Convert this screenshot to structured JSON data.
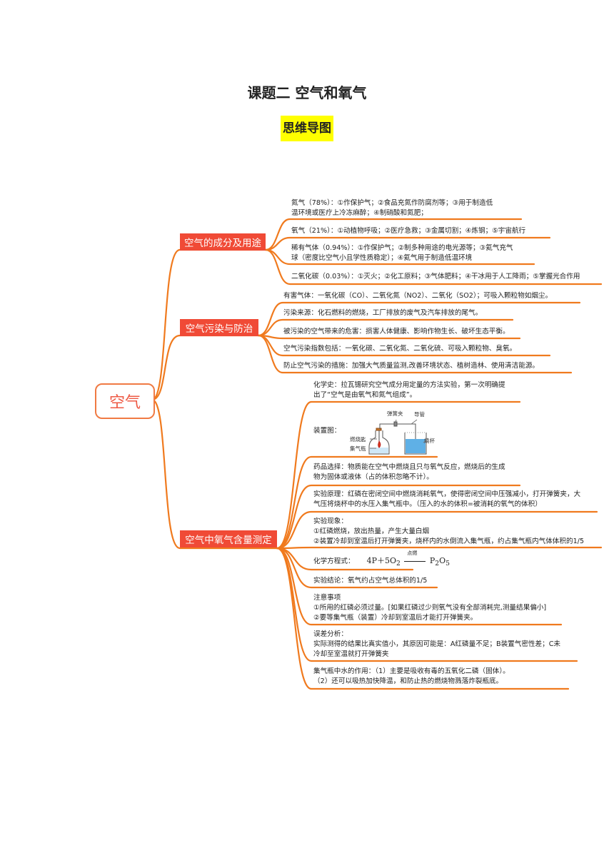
{
  "page": {
    "title": "课题二  空气和氧气",
    "subtitle": "思维导图"
  },
  "mindmap": {
    "root": "空气",
    "colors": {
      "line": "#f07a1e",
      "branch_fill": "#f04a36",
      "root_text": "#ee5a45",
      "highlight": "#ffff00"
    },
    "branches": [
      {
        "label": "空气的成分及用途",
        "leaves": [
          {
            "lines": [
              "氮气（78%）：①作保护气；②食品充氮作防腐剂等；③用于制造低",
              "温环境或医疗上冷冻麻醉；④制硝酸和氮肥；"
            ]
          },
          {
            "lines": [
              "氧气（21%）：①动植物呼吸；②医疗急救；③金属切割；④炼钢；⑤宇宙航行"
            ]
          },
          {
            "lines": [
              "稀有气体（0.94%）：①作保护气；②制多种用途的电光源等；③氦气充气",
              "球（密度比空气小且学性质稳定）；④氦气用于制造低温环境"
            ]
          },
          {
            "lines": [
              "二氧化碳（0.03%）：①灭火；②化工原料；③气体肥料；④干冰用于人工降雨；⑤掌握光合作用"
            ]
          }
        ]
      },
      {
        "label": "空气污染与防治",
        "leaves": [
          {
            "lines": [
              "有害气体：一氧化碳（CO）、二氧化氮（NO2）、二氧化（SO2）；可吸入颗粒物如烟尘。"
            ]
          },
          {
            "lines": [
              "污染来源：化石燃料的燃烧，工厂排放的废气及汽车排放的尾气。"
            ]
          },
          {
            "lines": [
              "被污染的空气带来的危害：损害人体健康、影响作物生长、破坏生态平衡。"
            ]
          },
          {
            "lines": [
              "空气污染指数包括：一氧化碳、二氧化氮、二氧化硫、可吸入颗粒物、臭氧。"
            ]
          },
          {
            "lines": [
              "防止空气污染的措施：加强大气质量监测,改善环境状态、植树造林、使用清洁能源。"
            ]
          }
        ]
      },
      {
        "label": "空气中氧气含量测定",
        "leaves": [
          {
            "lines": [
              "化学史：拉瓦锡研究空气成分用定量的方法实验，第一次明确提",
              "出了“空气是由氧气和氮气组成”。"
            ]
          },
          {
            "lines": [
              "装置图："
            ],
            "figure_labels": [
              "弹簧夹",
              "导管",
              "燃烧匙",
              "集气瓶",
              "烧杯"
            ]
          },
          {
            "lines": [
              "药品选择：物质能在空气中燃烧且只与氧气反应，燃烧后的生成",
              "物为固体或液体（占的体积忽略不计）。"
            ]
          },
          {
            "lines": [
              "实验原理：红磷在密闭空间中燃烧消耗氧气，使得密闭空间中压强减小，打开弹簧夹，大",
              "气压将烧杯中的水压入集气瓶中。（压入的水的体积=被消耗的氧气的体积）"
            ]
          },
          {
            "lines": [
              "实验现象：",
              "①红磷燃烧，放出热量，产生大量白烟",
              "②装置冷却到室温后打开弹簧夹，烧杯内的水倒流入集气瓶，约占集气瓶内气体体积的1/5"
            ]
          },
          {
            "lines": [
              "化学方程式："
            ],
            "equation": {
              "left": "4P＋5O",
              "left_sub": "2",
              "condition": "点燃",
              "right": "P",
              "right_sub1": "2",
              "right_mid": "O",
              "right_sub2": "5"
            }
          },
          {
            "lines": [
              "实验结论：氧气约占空气总体积的1/5"
            ]
          },
          {
            "lines": [
              "注意事项",
              "①所用的红磷必须过量。[如果红磷过少则氧气没有全部消耗完,测量结果偏小]",
              "②要等集气瓶（装置）冷却到室温后才能打开弹簧夹。"
            ]
          },
          {
            "lines": [
              "误差分析：",
              "实际测得的结果比真实值小，其原因可能是：A红磷量不足；B装置气密性差；C未",
              "冷却至室温就打开弹簧夹"
            ]
          },
          {
            "lines": [
              "集气瓶中水的作用：（1）主要是吸收有毒的五氧化二磷（固体）。",
              "（2）还可以吸热加快降温，和防止热的燃烧物溅落炸裂瓶底。"
            ]
          }
        ]
      }
    ]
  }
}
